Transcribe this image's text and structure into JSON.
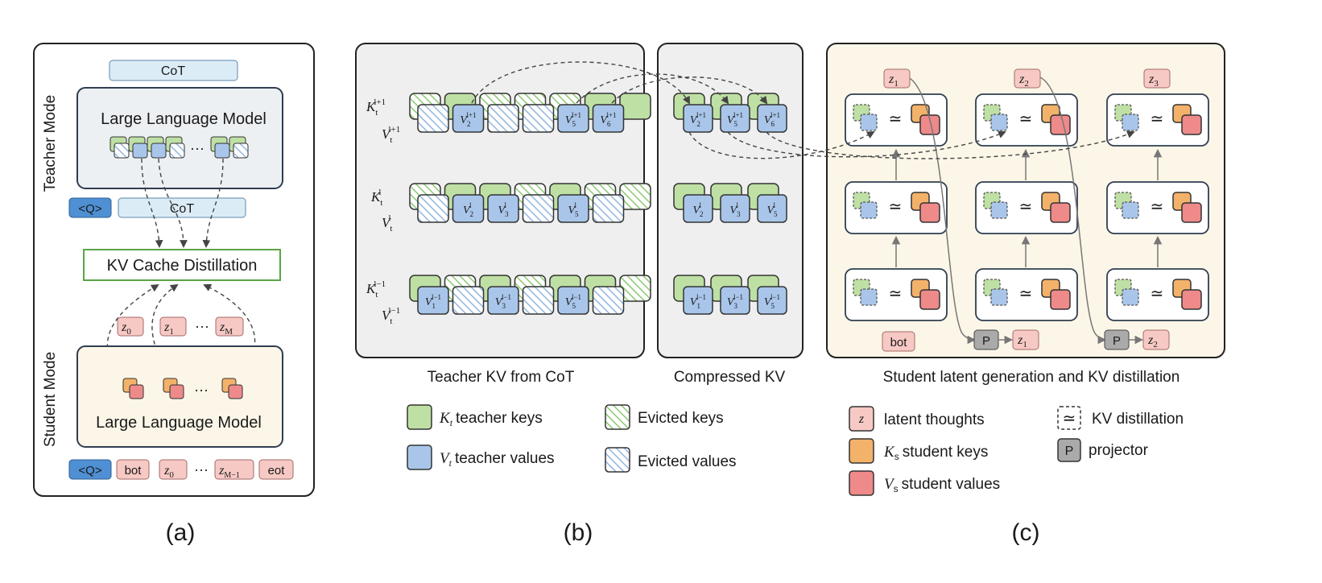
{
  "colors": {
    "green": "#bfe0a4",
    "blue": "#a9c6ea",
    "orange": "#f3b26a",
    "red": "#ee8a8a",
    "pink": "#f7c9c5",
    "lightblue": "#dcecf7",
    "qblue": "#4f8fd3",
    "gray": "#aaaaaa",
    "panelgray": "#efefef",
    "panelcream": "#fbf6e7",
    "green_border": "#5aa447"
  },
  "panel_a": {
    "teacher_mode_label": "Teacher Mode",
    "student_mode_label": "Student Mode",
    "cot_top": "CoT",
    "llm_teacher": "Large Language Model",
    "q_teacher": "<Q>",
    "cot_teacher_input": "CoT",
    "kv_distill": "KV Cache Distillation",
    "z_tokens": [
      "z",
      "z",
      "z"
    ],
    "z_subs": [
      "0",
      "1",
      "M"
    ],
    "dots": "···",
    "llm_student": "Large Language Model",
    "q_student": "<Q>",
    "bot": "bot",
    "z0_in": "z",
    "z0_in_sub": "0",
    "zm1_in": "z",
    "zm1_in_sub": "M−1",
    "eot": "eot",
    "caption": "(a)"
  },
  "panel_b": {
    "rows": [
      {
        "k": "K",
        "k_sup": "l+1",
        "v": "V",
        "v_sup": "l+1",
        "sub": "t",
        "cells": [
          {
            "sub": "2",
            "sup": "l+1"
          },
          {
            "sub": "5",
            "sup": "l+1"
          },
          {
            "sub": "6",
            "sup": "l+1"
          }
        ]
      },
      {
        "k": "K",
        "k_sup": "l",
        "v": "V",
        "v_sup": "l",
        "sub": "t",
        "cells": [
          {
            "sub": "2",
            "sup": "l"
          },
          {
            "sub": "3",
            "sup": "l"
          },
          {
            "sub": "5",
            "sup": "l"
          }
        ]
      },
      {
        "k": "K",
        "k_sup": "l−1",
        "v": "V",
        "v_sup": "l−1",
        "sub": "t",
        "cells": [
          {
            "sub": "1",
            "sup": "l−1"
          },
          {
            "sub": "3",
            "sup": "l−1"
          },
          {
            "sub": "5",
            "sup": "l−1"
          }
        ]
      }
    ],
    "cell_letter": "V",
    "teacher_caption": "Teacher KV from CoT",
    "compressed_caption": "Compressed KV",
    "legend": {
      "kt_sym": "K",
      "kt_sub": "t",
      "kt_text": "teacher keys",
      "vt_sym": "V",
      "vt_sub": "t",
      "vt_text": "teacher values",
      "evicted_keys": "Evicted keys",
      "evicted_values": "Evicted values"
    },
    "caption": "(b)"
  },
  "panel_c": {
    "z_top": [
      {
        "z": "z",
        "sub": "1"
      },
      {
        "z": "z",
        "sub": "2"
      },
      {
        "z": "z",
        "sub": "3"
      }
    ],
    "approx": "≃",
    "arrow": "→",
    "bot": "bot",
    "p": "P",
    "z_out": [
      {
        "z": "z",
        "sub": "1"
      },
      {
        "z": "z",
        "sub": "2"
      }
    ],
    "caption_title": "Student latent generation and KV distillation",
    "legend": {
      "z_sym": "z",
      "latent": "latent thoughts",
      "ks_sym": "K",
      "ks_sub": "s",
      "ks_text": "student keys",
      "vs_sym": "V",
      "vs_sub": "s",
      "vs_text": "student values",
      "kv_distill": "KV distillation",
      "p_sym": "P",
      "projector": "projector"
    },
    "caption": "(c)"
  }
}
